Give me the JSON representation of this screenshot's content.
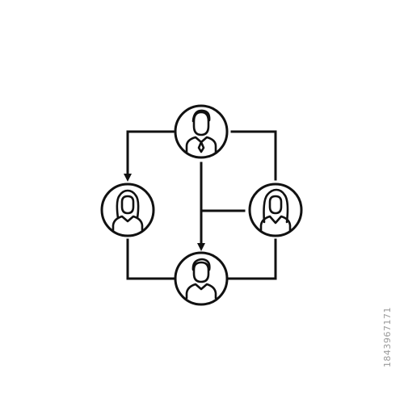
{
  "diagram": {
    "nodes": [
      {
        "id": "top",
        "role": "man-in-suit"
      },
      {
        "id": "left",
        "role": "woman"
      },
      {
        "id": "right",
        "role": "woman"
      },
      {
        "id": "bottom",
        "role": "man"
      }
    ],
    "edges": [
      {
        "from": "top",
        "to": "left",
        "arrow": true
      },
      {
        "from": "top",
        "to": "bottom",
        "arrow": true
      },
      {
        "from": "top",
        "to": "right",
        "arrow": false
      },
      {
        "from": "right",
        "to": "center-line",
        "arrow": false
      },
      {
        "from": "left",
        "to": "bottom",
        "arrow": false
      },
      {
        "from": "right",
        "to": "bottom",
        "arrow": false
      }
    ],
    "stroke_color": "#111111",
    "background": "#ffffff"
  },
  "watermark": {
    "id_text": "1843967171"
  }
}
